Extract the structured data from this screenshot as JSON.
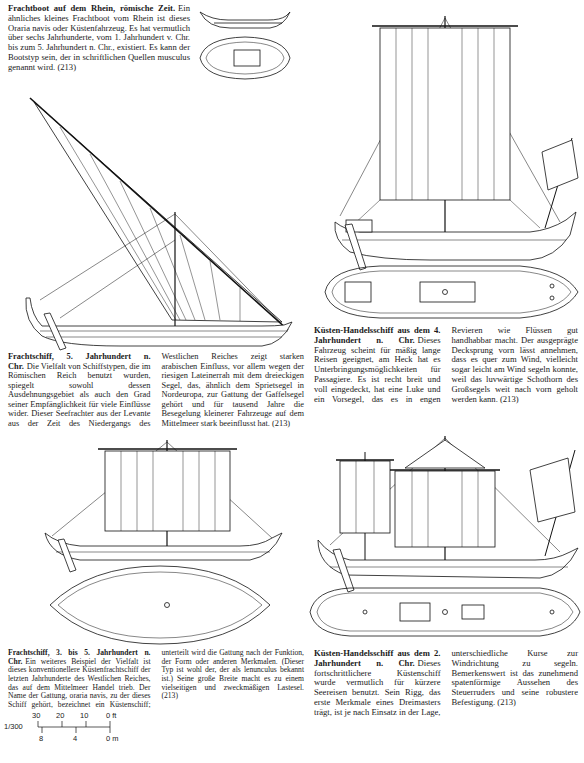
{
  "diagram": {
    "labels": [
      "Frachtboot auf dem Rhein, römische Zeit.",
      "Ein ähnliches kleines Frachtboot vom Rhein ist dieses Oraria navis oder Küstenfahrzeug. Es hat vermutlich über sechs Jahrhunderte, vom 1. Jahrhundert v. Chr. bis zum 5. Jahrhundert n. Chr., existiert. Es kann der Bootstyp sein, der in schriftlichen Quellen musculus genannt wird. (213)",
      "Frachtschiff, 5. Jahrhundert n. Chr.",
      "Die Vielfalt von Schiffstypen, die im Römischen Reich benutzt wurden, spiegelt sowohl dessen Ausdehnungsgebiet als auch den Grad seiner Empfänglichkeit für viele Einflüsse wider. Dieser Seefrachter aus der Levante aus der Zeit des Niedergangs des Westlichen Reiches zeigt starken arabischen Einfluss, vor allem wegen der riesigen Lateinerrah mit dem dreieckigen Segel, das, ähnlich dem Sprietsegel in Nordeuropa, zur Gattung der Gaffelsegel gehört und für tausend Jahre die Besegelung kleinerer Fahrzeuge auf dem Mittelmeer stark beeinflusst hat. (213)",
      "Küsten-Handelsschiff aus dem 4. Jahrhundert n. Chr.",
      "Dieses Fahrzeug scheint für mäßig lange Reisen geeignet, am Heck hat es Unterbringungsmöglichkeiten für Passagiere. Es ist recht breit und voll eingedeckt, hat eine Luke und ein Vorsegel, das es in engen Revieren wie Flüssen gut handhabbar macht. Der ausgeprägte Decksprung vorn lässt annehmen, dass es quer zum Wind, vielleicht sogar leicht am Wind segeln konnte, weil das luvwärtige Schothorn des Großsegels weit nach vorn geholt werden kann. (213)",
      "Frachtschiff, 3. bis 5. Jahrhundert n. Chr.",
      "Ein weiteres Beispiel der Vielfalt ist dieses konventionellere Küstenfrachtschiff der letzten Jahrhunderte des Westlichen Reiches, das auf dem Mittelmeer Handel trieb. Der Name der Gattung, oraria navis, zu der dieses Schiff gehört, bezeichnet ein Küstenschiff; unterteilt wird die Gattung nach der Funktion, der Form oder anderen Merkmalen. (Dieser Typ ist wohl der, der als lenunculus bekannt ist.) Seine große Breite macht es zu einem vielseitigen und zweckmäßigen Lastesel. (213)",
      "Küsten-Handelsschiff aus dem 2. Jahrhundert n. Chr.",
      "Dieses fortschrittlichere Küstenschiff wurde vermutlich für kürzere Seereisen benutzt. Sein Rigg, das erste Merkmale eines Dreimasters trägt, ist je nach Einsatz in der Lage, unterschiedliche Kurse zur Windrichtung zu segeln. Bemerkenswert ist das zunehmend spatenförmige Aussehen des Steuerruders und seine robustere Befestigung. (213)",
      "30",
      "20",
      "10",
      "0 ft",
      "1/300",
      "8",
      "4",
      "0 m"
    ]
  }
}
